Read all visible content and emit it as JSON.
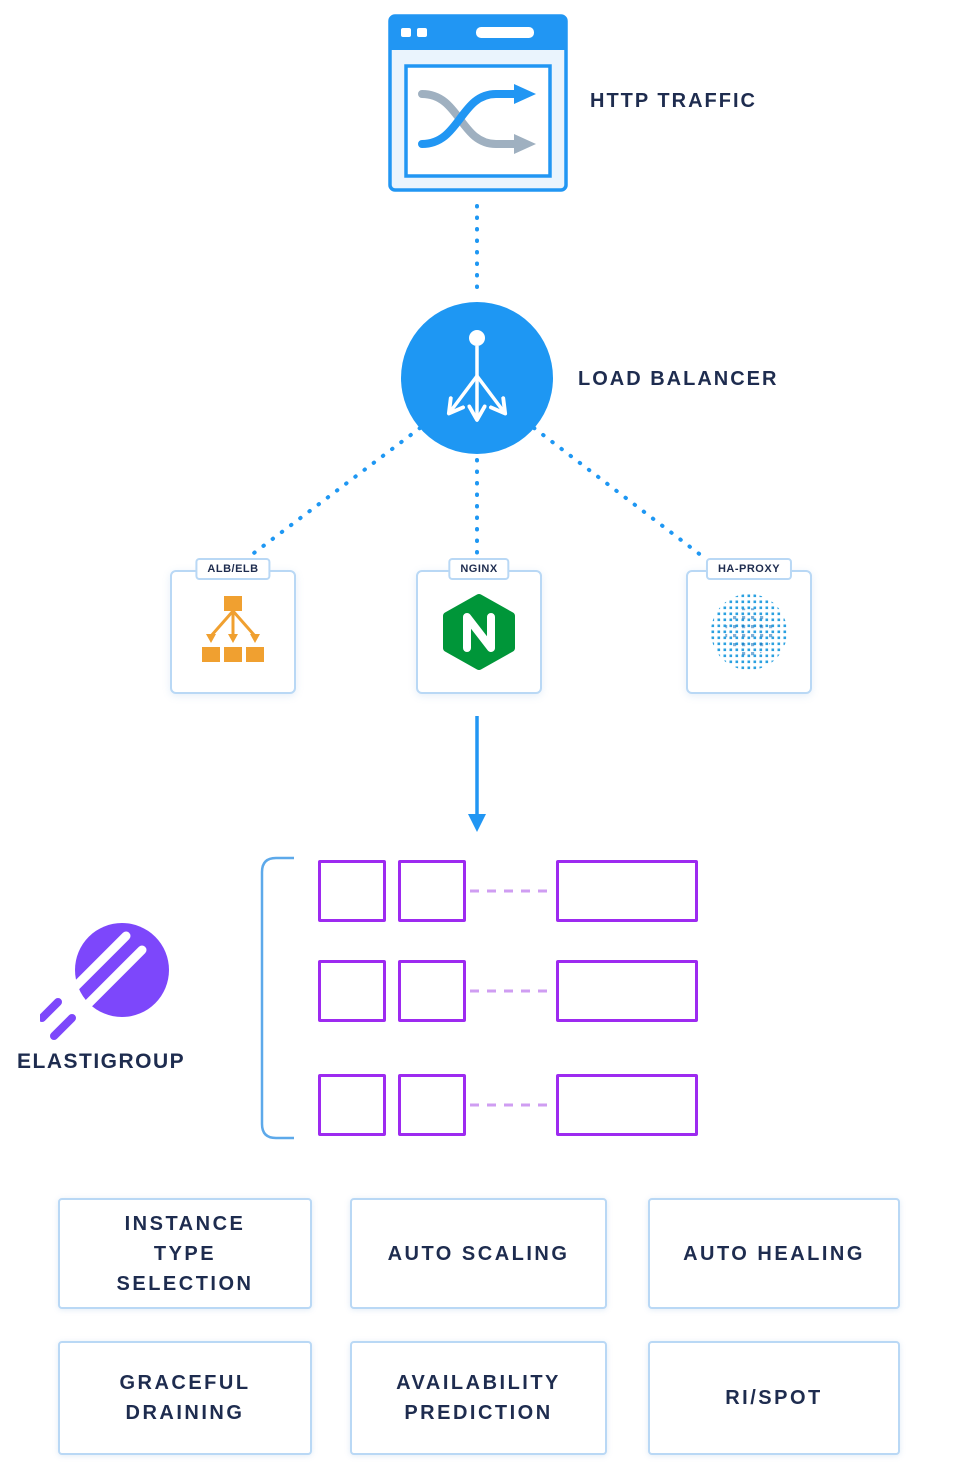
{
  "diagram": {
    "http_traffic": {
      "label": "HTTP TRAFFIC"
    },
    "load_balancer": {
      "label": "LOAD BALANCER"
    },
    "balancers": [
      {
        "label": "ALB/ELB",
        "icon": "alb-elb-tree-icon"
      },
      {
        "label": "NGINX",
        "icon": "nginx-icon"
      },
      {
        "label": "HA-PROXY",
        "icon": "haproxy-sphere-icon"
      }
    ],
    "elastigroup": {
      "label": "ELASTIGROUP"
    },
    "features": [
      {
        "label": "INSTANCE\nTYPE\nSELECTION"
      },
      {
        "label": "AUTO SCALING"
      },
      {
        "label": "AUTO HEALING"
      },
      {
        "label": "GRACEFUL\nDRAINING"
      },
      {
        "label": "AVAILABILITY\nPREDICTION"
      },
      {
        "label": "RI/SPOT"
      }
    ],
    "colors": {
      "blue": "#1e97f3",
      "navy": "#1e2c4f",
      "purple": "#9d2af0",
      "violet": "#7d47fb",
      "orange": "#f0a030",
      "green": "#009639",
      "light_border": "#b9d8f5"
    }
  }
}
